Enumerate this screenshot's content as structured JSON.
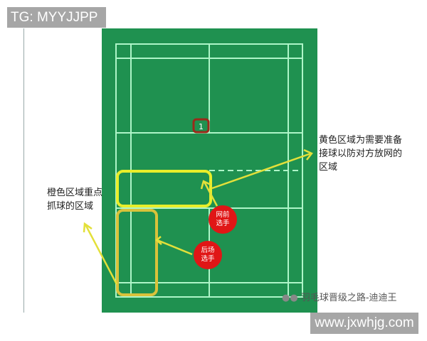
{
  "corner_label": "TG: MYYJJPP",
  "marker_number": "1",
  "annotations": {
    "yellow_zone": "黄色区域为需要准备接球以防对方放网的区域",
    "orange_zone": "橙色区域重点抓球的区域",
    "front_player": "网前选手",
    "back_player": "后场选手"
  },
  "watermark": "羽毛球晋级之路-迪迪王",
  "url": "www.jxwhjg.com",
  "colors": {
    "court": "#1f9150",
    "lines": "#aef5c8",
    "yellow": "#e8ee2a",
    "orange": "#d9c23a",
    "player": "#e01616"
  }
}
